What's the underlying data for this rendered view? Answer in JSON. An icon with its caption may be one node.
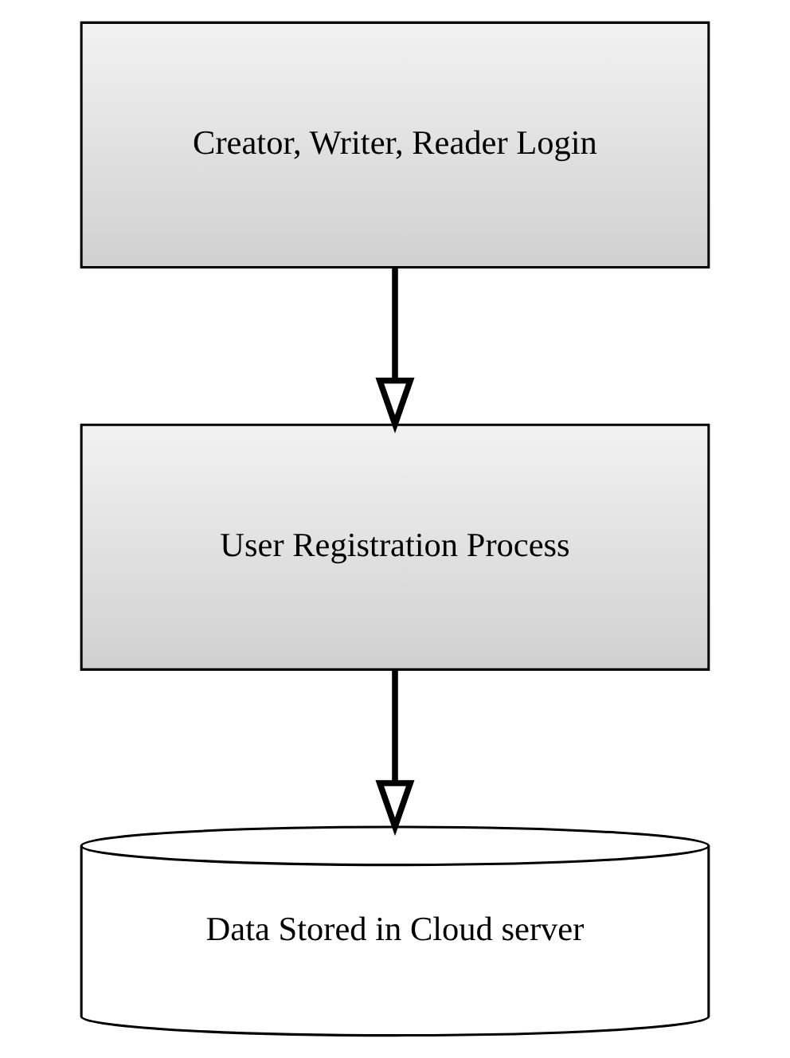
{
  "diagram": {
    "nodes": [
      {
        "text": [
          "Creator, Writer, Reader Login"
        ]
      },
      {
        "text": [
          "User Registration Process"
        ]
      },
      {
        "text": [
          "Data Stored in Cloud server"
        ]
      }
    ],
    "edges": [
      {
        "from": 0,
        "to": 1,
        "arrow": "to"
      },
      {
        "from": 1,
        "to": 2,
        "arrow": "to"
      }
    ]
  }
}
